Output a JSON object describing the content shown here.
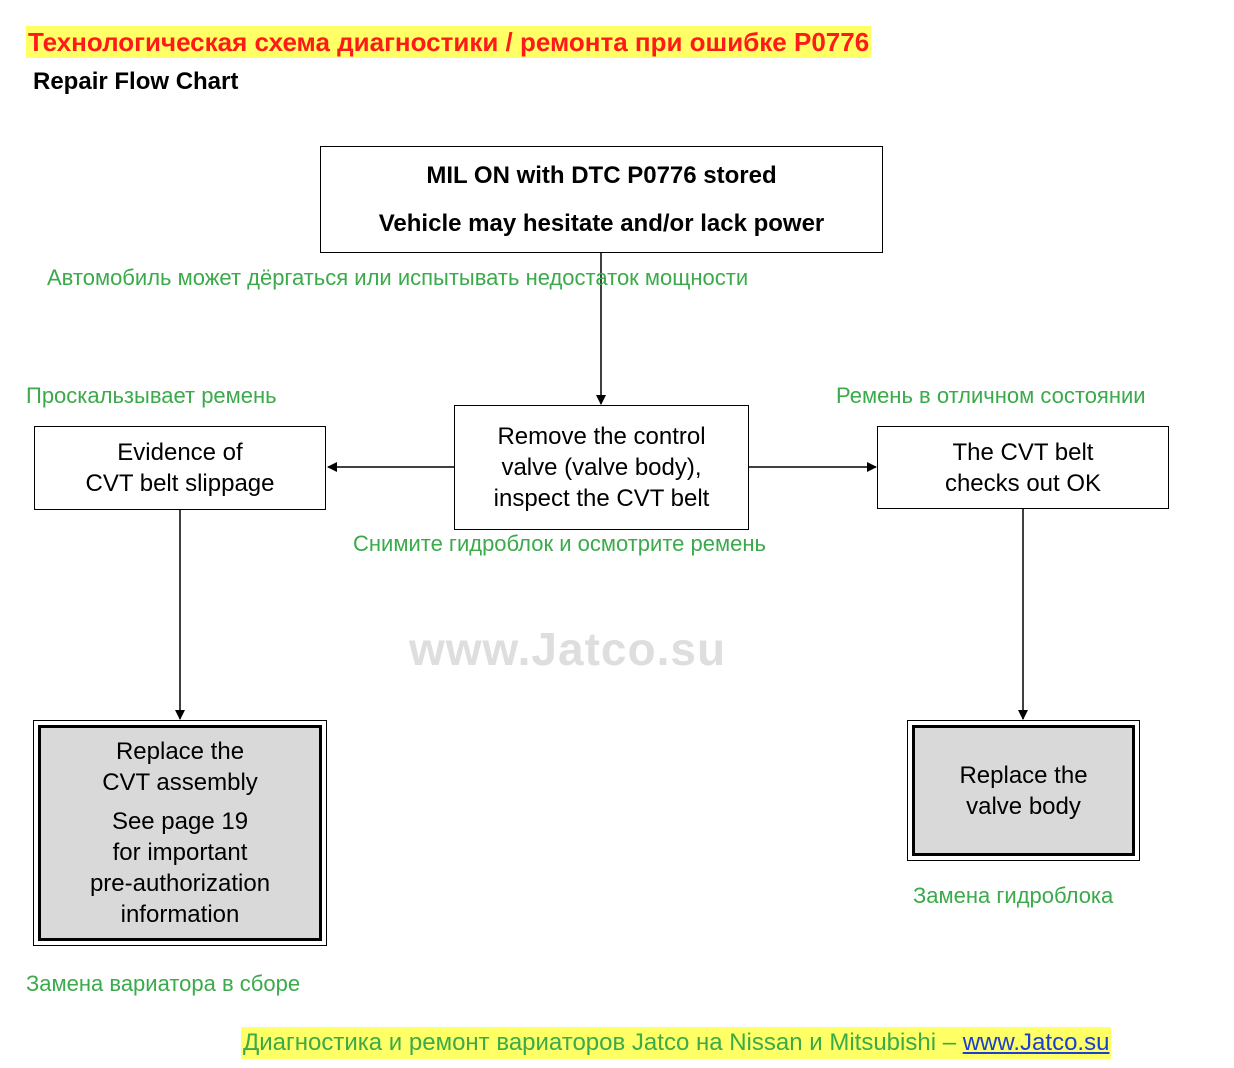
{
  "header": {
    "title_ru": "Технологическая схема диагностики / ремонта при ошибке P0776",
    "title_en": "Repair Flow Chart"
  },
  "nodes": {
    "start": {
      "line1": "MIL ON with DTC P0776 stored",
      "line2": "Vehicle may hesitate and/or lack power",
      "label_ru": "Автомобиль может дёргаться или испытывать недостаток мощности"
    },
    "inspect": {
      "line1": "Remove the control",
      "line2": "valve (valve body),",
      "line3": "inspect the CVT belt",
      "label_ru": "Снимите гидроблок и осмотрите ремень"
    },
    "slippage": {
      "line1": "Evidence of",
      "line2": "CVT belt slippage",
      "label_ru": "Проскальзывает ремень"
    },
    "belt_ok": {
      "line1": "The CVT belt",
      "line2": "checks out OK",
      "label_ru": "Ремень в отличном состоянии"
    },
    "replace_cvt": {
      "line1": "Replace the",
      "line2": "CVT assembly",
      "line3": "See page 19",
      "line4": "for important",
      "line5": "pre-authorization",
      "line6": "information",
      "label_ru": "Замена вариатора в сборе"
    },
    "replace_valve_body": {
      "line1": "Replace the",
      "line2": "valve body",
      "label_ru": "Замена гидроблока"
    }
  },
  "watermark": "www.Jatco.su",
  "footer": {
    "text": "Диагностика и ремонт вариаторов Jatco на Nissan и Mitsubishi – ",
    "link_text": "www.Jatco.su"
  },
  "colors": {
    "title_red": "#ff1a1a",
    "highlight_yellow": "#ffff66",
    "label_green": "#3aaa4a",
    "final_box_fill": "#d9d9d9",
    "link_blue": "#1a3fd1"
  }
}
